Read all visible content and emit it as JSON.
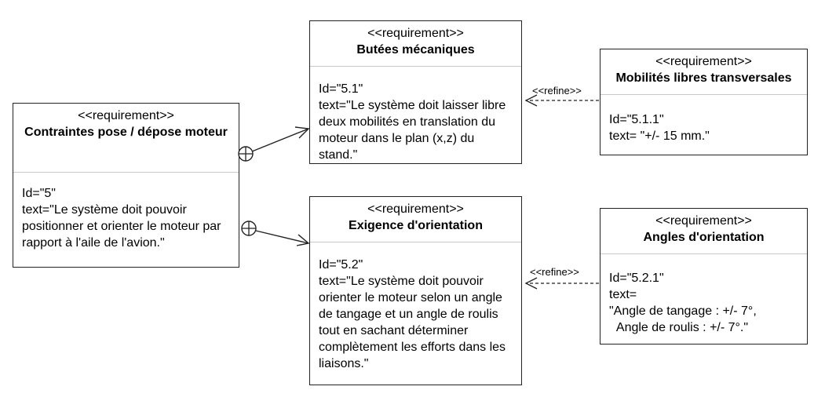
{
  "requirements": [
    {
      "stereotype": "<<requirement>>",
      "name": "Contraintes pose / dépose moteur",
      "text": "Id=\"5\"\ntext=\"Le système doit pouvoir positionner et orienter le moteur par rapport à l'aile de l'avion.\""
    },
    {
      "stereotype": "<<requirement>>",
      "name": "Butées mécaniques",
      "text": "Id=\"5.1\"\ntext=\"Le système doit laisser libre deux mobilités en translation du moteur dans le plan (x,z) du stand.\""
    },
    {
      "stereotype": "<<requirement>>",
      "name": "Exigence d'orientation",
      "text": "Id=\"5.2\"\ntext=\"Le système doit pouvoir orienter le moteur selon un angle de tangage et un angle de roulis tout en sachant déterminer complètement les efforts dans les liaisons.\""
    },
    {
      "stereotype": "<<requirement>>",
      "name": "Mobilités libres transversales",
      "text": "Id=\"5.1.1\"\ntext= \"+/- 15 mm.\""
    },
    {
      "stereotype": "<<requirement>>",
      "name": "Angles d'orientation",
      "text": "Id=\"5.2.1\"\ntext=\n\"Angle de tangage : +/- 7°,\n  Angle de roulis : +/- 7°.\""
    }
  ],
  "relations": [
    {
      "type": "containment",
      "from": "Contraintes pose / dépose moteur",
      "to": "Butées mécaniques"
    },
    {
      "type": "containment",
      "from": "Contraintes pose / dépose moteur",
      "to": "Exigence d'orientation"
    },
    {
      "type": "refine",
      "label": "<<refine>>",
      "from": "Mobilités libres transversales",
      "to": "Butées mécaniques"
    },
    {
      "type": "refine",
      "label": "<<refine>>",
      "from": "Angles d'orientation",
      "to": "Exigence d'orientation"
    }
  ]
}
